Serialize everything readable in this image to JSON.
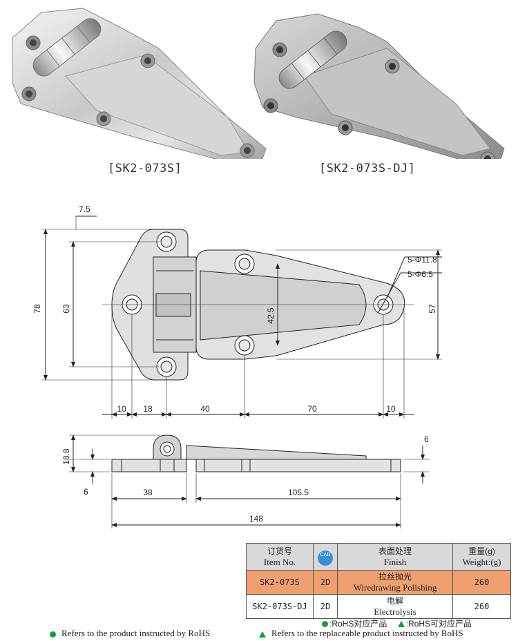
{
  "photos": [
    {
      "caption": "[SK2-073S]"
    },
    {
      "caption": "[SK2-073S-DJ]"
    }
  ],
  "drawing": {
    "dims": {
      "d7_5": "7.5",
      "d78": "78",
      "d63": "63",
      "d42_5": "42.5",
      "d57": "57",
      "hole1": "5-Φ11.8",
      "hole2": "5-Φ6.5",
      "b10a": "10",
      "b18": "18",
      "b40": "40",
      "b70": "70",
      "b10b": "10",
      "s18_8": "18.8",
      "s6a": "6",
      "s6b": "6",
      "s38": "38",
      "s105_5": "105.5",
      "s148": "148"
    }
  },
  "table": {
    "headers": {
      "item_cn": "订货号",
      "item_en": "Item No.",
      "cad_icon": "CAD",
      "finish_cn": "表面处理",
      "finish_en": "Finish",
      "weight_cn": "重量(g)",
      "weight_en": "Weight:(g)"
    },
    "rows": [
      {
        "item": "SK2-073S",
        "cad": "2D",
        "finish_cn": "拉丝抛光",
        "finish_en": "Wiredrawing Polishing",
        "weight": "260"
      },
      {
        "item": "SK2-073S-DJ",
        "cad": "2D",
        "finish_cn": "电解",
        "finish_en": "Electrolysis",
        "weight": "260"
      }
    ],
    "legend_cn_1": ":RoHS对应产品",
    "legend_cn_2": ":RoHS可对应产品"
  },
  "footer": {
    "rohs": "Refers to the product instructed by RoHS",
    "replaceable": "Refers to the replaceable product instructed by RoHS"
  },
  "colors": {
    "highlight_row": "#f0a070",
    "header_row": "#d9d9d9",
    "rohs_green": "#1a9a3a",
    "cad_blue": "#3b8fd9"
  }
}
